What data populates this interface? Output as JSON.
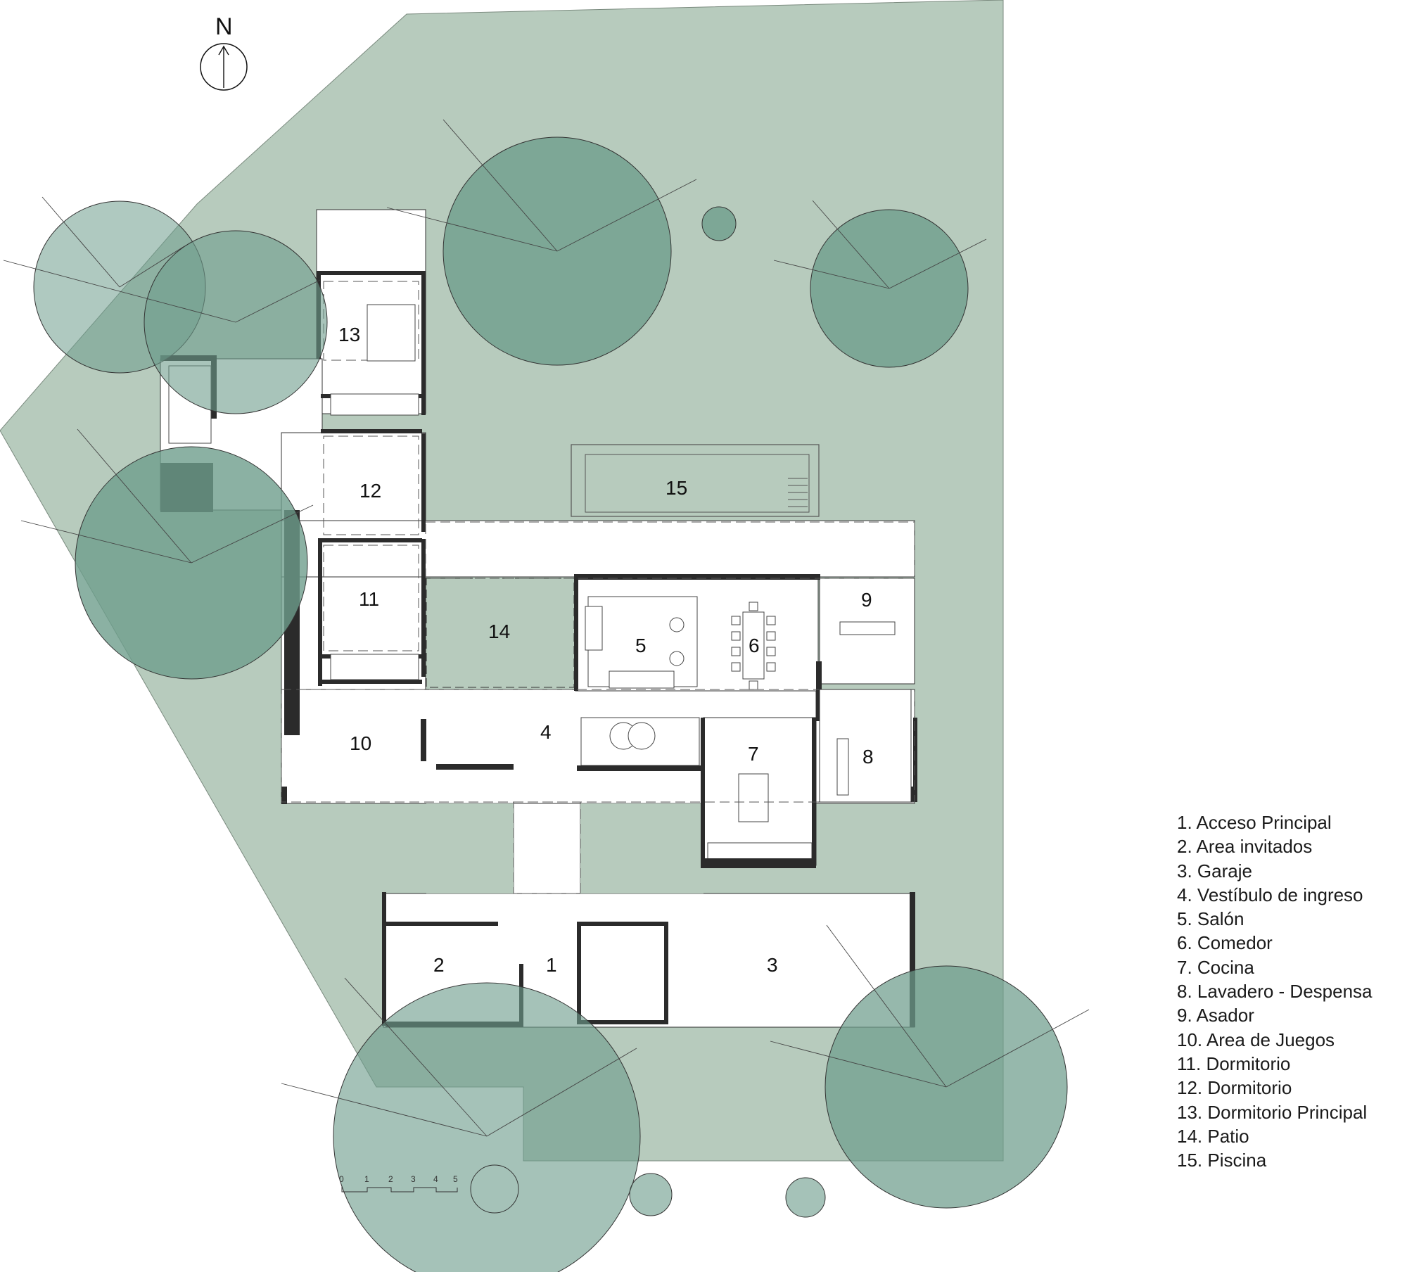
{
  "compass": {
    "letter": "N"
  },
  "rooms": [
    {
      "id": "1",
      "label": "1"
    },
    {
      "id": "2",
      "label": "2"
    },
    {
      "id": "3",
      "label": "3"
    },
    {
      "id": "4",
      "label": "4"
    },
    {
      "id": "5",
      "label": "5"
    },
    {
      "id": "6",
      "label": "6"
    },
    {
      "id": "7",
      "label": "7"
    },
    {
      "id": "8",
      "label": "8"
    },
    {
      "id": "9",
      "label": "9"
    },
    {
      "id": "10",
      "label": "10"
    },
    {
      "id": "11",
      "label": "11"
    },
    {
      "id": "12",
      "label": "12"
    },
    {
      "id": "13",
      "label": "13"
    },
    {
      "id": "14",
      "label": "14"
    },
    {
      "id": "15",
      "label": "15"
    }
  ],
  "legend": [
    "1. Acceso Principal",
    "2. Area invitados",
    "3. Garaje",
    "4. Vestíbulo de ingreso",
    "5. Salón",
    "6. Comedor",
    "7. Cocina",
    "8. Lavadero - Despensa",
    "9. Asador",
    "10. Area de Juegos",
    "11. Dormitorio",
    "12. Dormitorio",
    "13. Dormitorio Principal",
    "14. Patio",
    "15. Piscina"
  ],
  "scale_bar": {
    "ticks": [
      "0",
      "1",
      "2",
      "3",
      "4",
      "5"
    ]
  },
  "colors": {
    "lot": "#b7cbbd",
    "tree": "#6e9d8c",
    "tree_light": "#94b8a9",
    "wall": "#2b2b2b",
    "floor": "#ffffff"
  }
}
